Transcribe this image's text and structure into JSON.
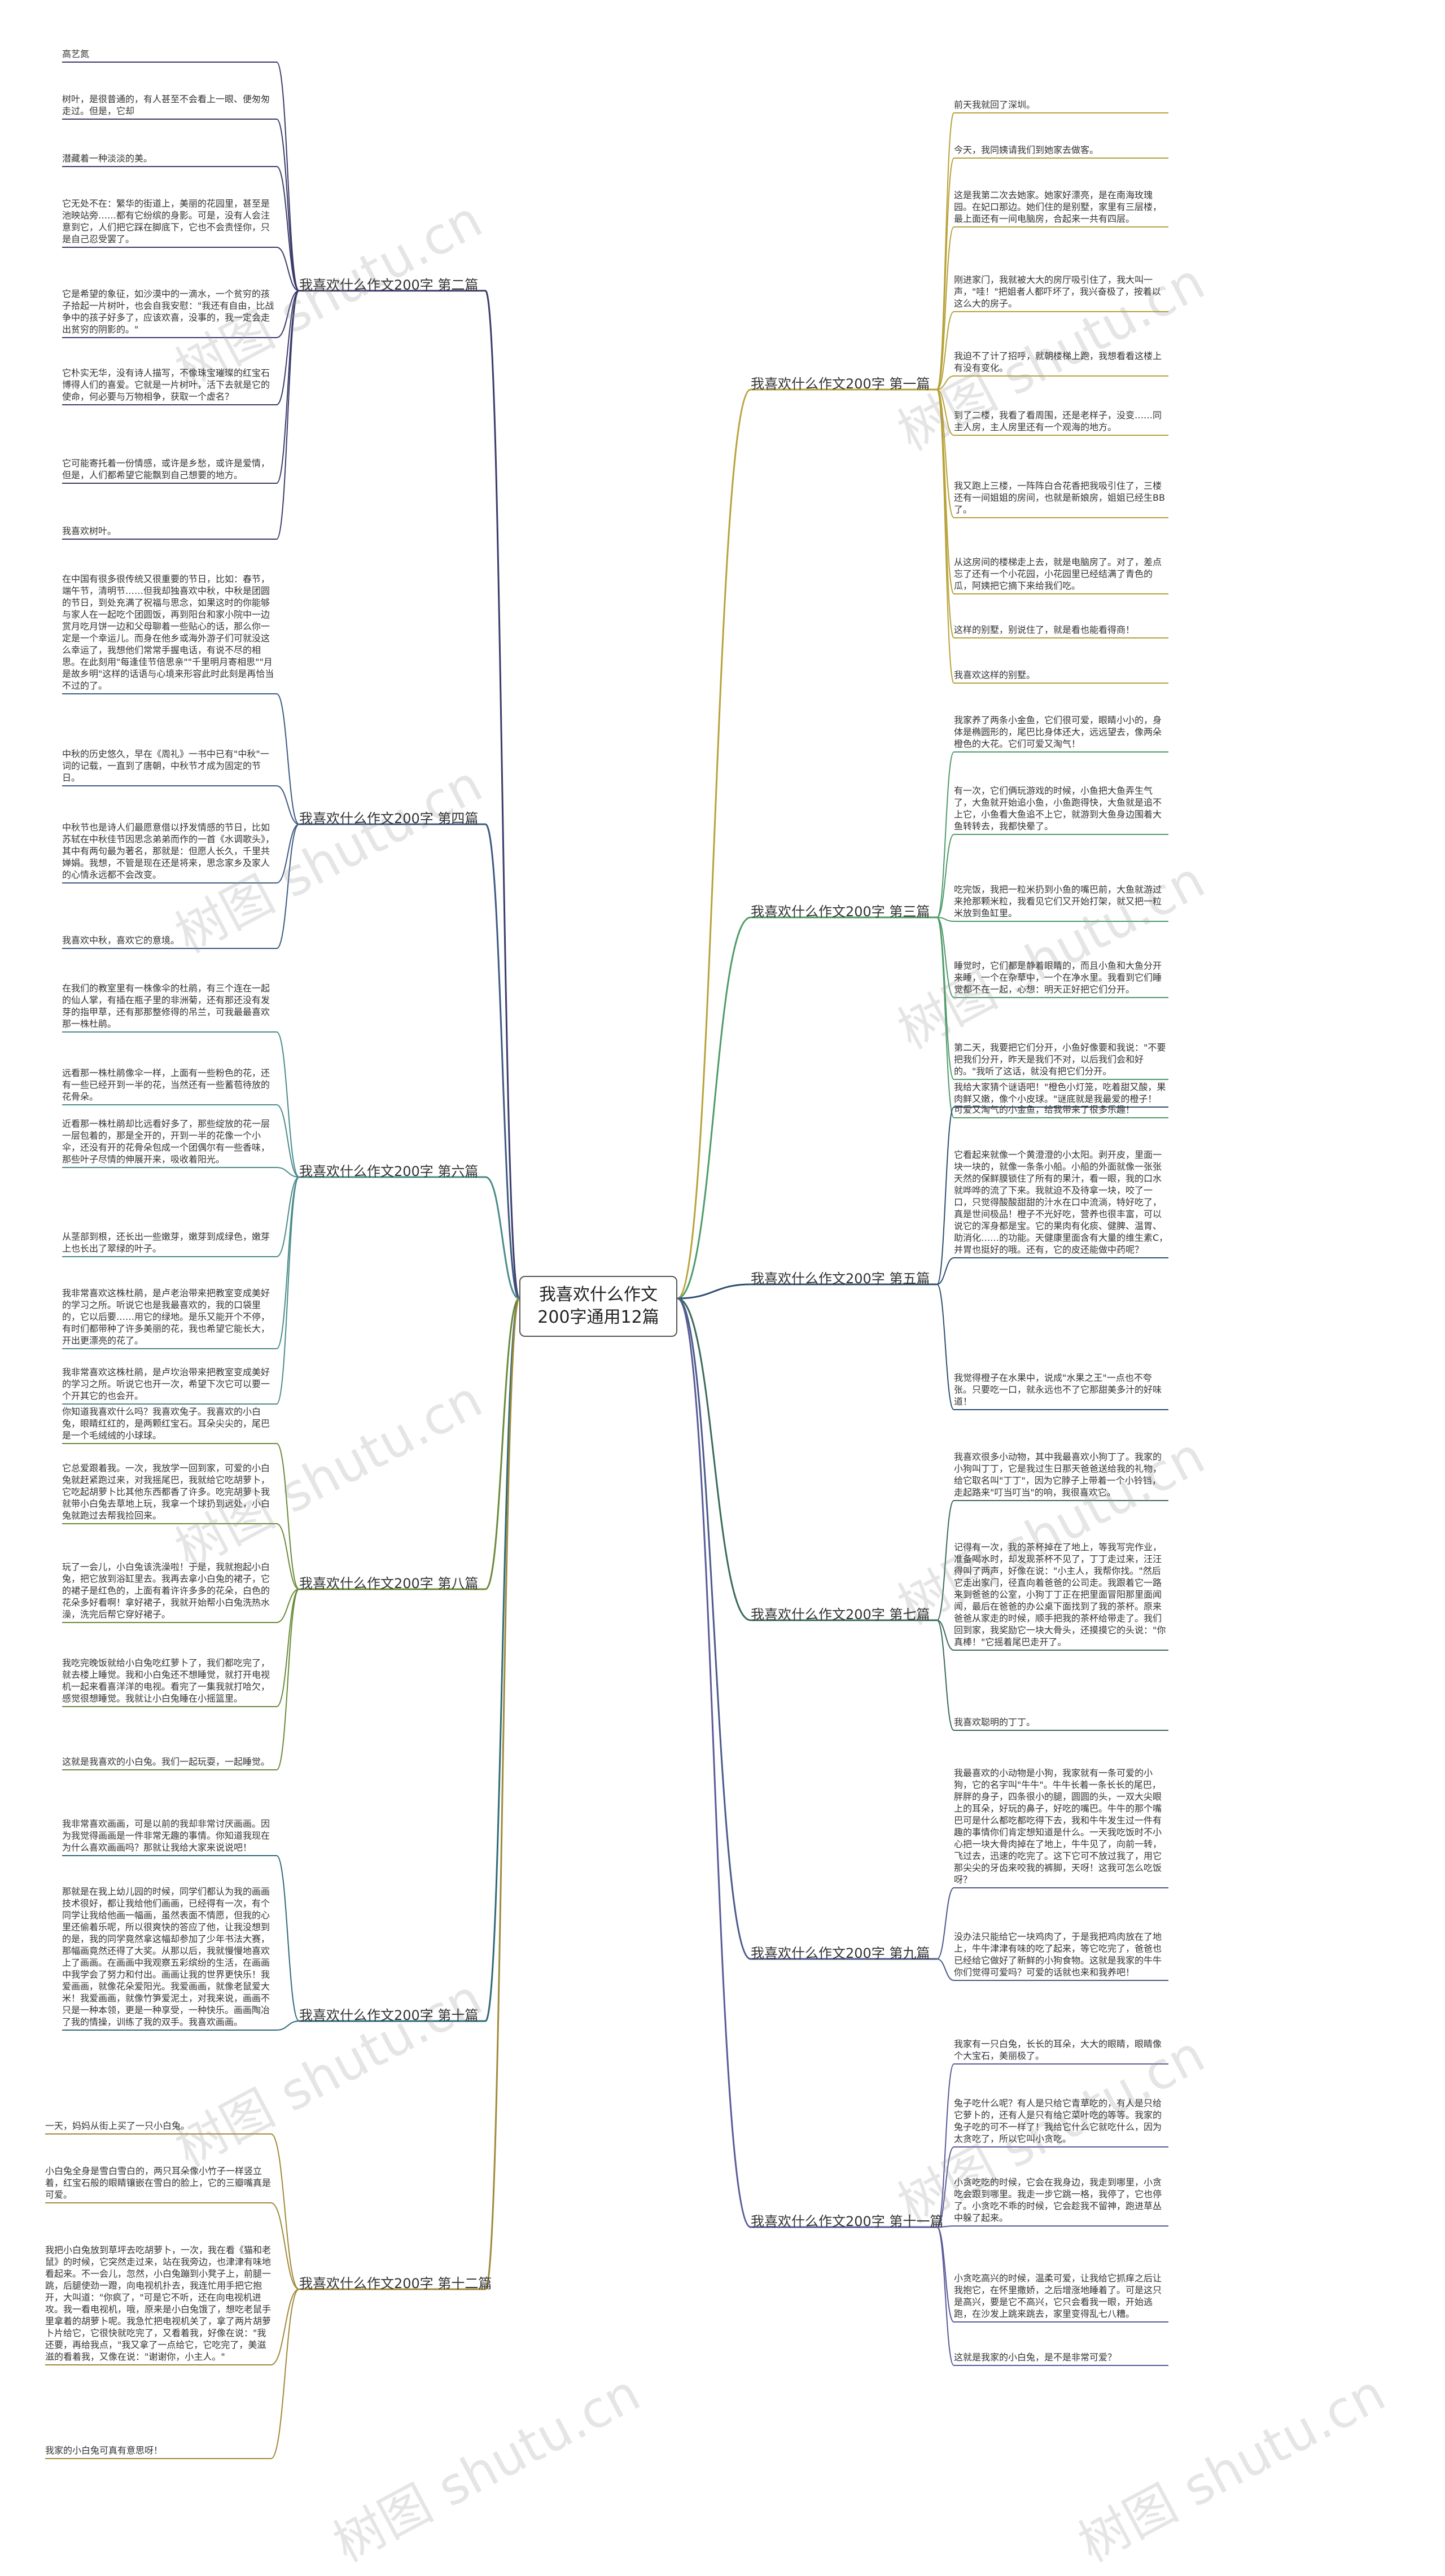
{
  "root": {
    "title": "我喜欢什么作文200字通用12篇"
  },
  "watermark": "树图 shutu.cn",
  "colors": {
    "b1": "#b8a23a",
    "b2": "#3b3b6b",
    "b3": "#4f9b6a",
    "b4": "#3d5a80",
    "b5": "#2f4f6f",
    "b6": "#4a8b8a",
    "b7": "#3a6b5a",
    "b8": "#6a8a3a",
    "b9": "#4a5a8a",
    "b10": "#2f6a7a",
    "b11": "#5a5a9a",
    "b12": "#a08a3a"
  },
  "branches": [
    {
      "id": "b1",
      "label": "我喜欢什么作文200字 第一篇",
      "leaves": [
        "前天我就回了深圳。",
        "今天，我同姨请我们到她家去做客。",
        "这是我第二次去她家。她家好漂亮，是在南海玫瑰园。在妃口那边。她们住的是别墅，家里有三层楼，最上面还有一间电脑房，合起来一共有四层。",
        "刚进家门，我就被大大的房厅吸引住了，我大叫一声，\"哇！\"把姐者人都吓坏了，我兴奋极了，按着以这么大的房子。",
        "我迫不了计了招呼，就朝楼梯上跑，我想看看这楼上有没有变化。",
        "到了二楼，我看了看周围，还是老样子，没变……同主人房，主人房里还有一个观海的地方。",
        "我又跑上三楼，一阵阵白合花香把我吸引住了，三楼还有一间姐姐的房间，也就是新娘房，姐姐已经生BB了。",
        "从这房间的楼梯走上去，就是电脑房了。对了，差点忘了还有一个小花园，小花园里已经结满了青色的瓜，阿姨把它摘下来给我们吃。",
        "这样的别墅，别说住了，就是看也能看得商！",
        "我喜欢这样的别墅。"
      ]
    },
    {
      "id": "b2",
      "label": "我喜欢什么作文200字 第二篇",
      "leaves": [
        "高艺氮",
        "树叶，是很普通的，有人甚至不会看上一眼、便匆匆走过。但是，它却",
        "潜藏着一种淡淡的美。",
        "它无处不在：繁华的街道上，美丽的花园里，甚至是池映站旁……都有它纷缤的身影。可是，没有人会注意到它，人们把它踩在脚底下，它也不会责怪你，只是自己忍受罢了。",
        "它是希望的象征，如沙漠中的一滴水，一个贫穷的孩子拾起一片树叶，也会自我安慰：\"我还有自由，比战争中的孩子好多了，应该欢喜，没事的，我一定会走出贫穷的阴影的。\"",
        "它朴实无华，没有诗人描写，不像珠宝璀璨的红宝石博得人们的喜爱。它就是一片树叶，活下去就是它的使命，何必要与万物相争，获取一个虚名？",
        "它可能寄托着一份情感，或许是乡愁，或许是爱情，但是，人们都希望它能飘到自己想要的地方。",
        "我喜欢树叶。"
      ]
    },
    {
      "id": "b3",
      "label": "我喜欢什么作文200字 第三篇",
      "leaves": [
        "我家养了两条小金鱼，它们很可爱，眼睛小小的，身体是椭圆形的，尾巴比身体还大，远远望去，像两朵橙色的大花。它们可爱又淘气！",
        "有一次，它们俩玩游戏的时候，小鱼把大鱼弄生气了，大鱼就开始追小鱼，小鱼跑得快，大鱼就是追不上它，小鱼看大鱼追不上它，就游到大鱼身边围着大鱼转转去，我都快晕了。",
        "吃完饭，我把一粒米扔到小鱼的嘴巴前，大鱼就游过来抢那颗米粒，我看见它们又开始打架，就又把一粒米放到鱼缸里。",
        "睡觉时，它们都是静着眼睛的，而且小鱼和大鱼分开来睡，一个在杂草中，一个在净水里。我看到它们睡觉都不在一起，心想：明天正好把它们分开。",
        "第二天，我要把它们分开，小鱼好像要和我说：\"不要把我们分开，昨天是我们不对，以后我们会和好的。\"我听了这话，就没有把它们分开。",
        "可爱又淘气的小金鱼，给我带来了很多乐趣！"
      ]
    },
    {
      "id": "b4",
      "label": "我喜欢什么作文200字 第四篇",
      "leaves": [
        "在中国有很多很传统又很重要的节日，比如：春节，端午节，清明节……但我却独喜欢中秋，中秋是团圆的节日，到处充满了祝福与思念，如果这时的你能够与家人在一起吃个团圆饭，再到阳台和家小院中一边赏月吃月饼一边和父母聊着一些贴心的话，那么你一定是一个幸运儿。而身在他乡或海外游子们可就没这么幸运了，我想他们常常手握电话，有说不尽的相思。在此刻用\"每逢佳节倍思亲\"\"千里明月寄相思\"\"月是故乡明\"这样的话语与心境来形容此时此刻是再恰当不过的了。",
        "中秋的历史悠久，早在《周礼》一书中已有\"中秋\"一词的记载，一直到了唐朝，中秋节才成为固定的节日。",
        "中秋节也是诗人们最愿意借以抒发情感的节日，比如苏轼在中秋佳节因思念弟弟而作的一首《水调歌头》，其中有两句最为著名，那就是：但愿人长久，千里共婵娟。我想，不管是现在还是将来，思念家乡及家人的心情永远都不会改变。",
        "我喜欢中秋，喜欢它的意境。"
      ]
    },
    {
      "id": "b5",
      "label": "我喜欢什么作文200字 第五篇",
      "leaves": [
        "我给大家猜个谜语吧！\"橙色小灯笼，吃着甜又酸，果肉鲜又嫩，像个小皮球。\"谜底就是我最爱的橙子！",
        "它看起来就像一个黄澄澄的小太阳。剥开皮，里面一块一块的，就像一条条小船。小船的外面就像一张张天然的保鲜膜锁住了所有的果汁，看一眼，我的口水就哗哗的流了下来。我就迫不及待拿一块，咬了一口，只觉得酸酸甜甜的汁水在口中流淌，特好吃了，真是世间极品！橙子不光好吃，营养也很丰富，可以说它的浑身都是宝。它的果肉有化痰、健脾、温胃、助消化……的功能。天健康里面含有大量的维生素C，并胃也挺好的哦。还有，它的皮还能做中药呢？",
        "我觉得橙子在水果中，说成\"水果之王\"一点也不夸张。只要吃一口，就永远也不了它那甜美多汁的好味道！"
      ]
    },
    {
      "id": "b6",
      "label": "我喜欢什么作文200字 第六篇",
      "leaves": [
        "在我们的教室里有一株像伞的杜鹃，有三个连在一起的仙人掌，有插在瓶子里的非洲菊，还有那还没有发芽的指甲草，还有那那整修得的吊兰，可我最最喜欢那一株杜鹃。",
        "远看那一株杜鹃像伞一样，上面有一些粉色的花，还有一些已经开到一半的花，当然还有一些蓄苞待放的花骨朵。",
        "近看那一株杜鹃却比远看好多了，那些绽放的花一层一层包着的，那是全开的，开到一半的花像一个小伞，还没有开的花骨朵包成一个团偶尔有一些香味，那些叶子尽情的伸展开来，吸收着阳光。",
        "从茎部到根，还长出一些嫩芽，嫩芽到成绿色，嫩芽上也长出了翠绿的叶子。",
        "我非常喜欢这株杜鹃，是卢老治带来把教室变成美好的学习之所。听说它也是我最喜欢的，我的口袋里的，它以后要……用它的绿地。是乐又能开个不停，有时们都带种了许多美丽的花，我也希望它能长大，开出更漂亮的花了。",
        "我非常喜欢这株杜鹃，是卢坎治带来把教室变成美好的学习之所。听说它也开一次，希望下次它可以要一个开其它的也会开。"
      ]
    },
    {
      "id": "b7",
      "label": "我喜欢什么作文200字 第七篇",
      "leaves": [
        "我喜欢很多小动物，其中我最喜欢小狗丁了。我家的小狗叫丁丁，它是我过生日那天爸爸送给我的礼物，给它取名叫\"丁丁\"，因为它脖子上带着一个小铃铛，走起路来\"叮当叮当\"的响，我很喜欢它。",
        "记得有一次，我的茶杯掉在了地上，等我写完作业，准备喝水时，却发现茶杯不见了，丁丁走过来，汪汪得叫了两声，好像在说：\"小主人，我帮你找。\"然后它走出家门，径直向着爸爸的公司走。我跟着它一路来到爸爸的公室，小狗丁丁正在把里面冒阳那里面闻闻，最后在爸爸的办公桌下面找到了我的茶杯。原来爸爸从家走的时候，顺手把我的茶杯给带走了。我们回到家，我奖励它一块大骨头，还摸摸它的头说：\"你真棒！\"它摇着尾巴走开了。",
        "我喜欢聪明的丁丁。"
      ]
    },
    {
      "id": "b8",
      "label": "我喜欢什么作文200字 第八篇",
      "leaves": [
        "你知道我喜欢什么吗？我喜欢兔子。我喜欢的小白兔，眼睛红红的，是两颗红宝石。耳朵尖尖的，尾巴是一个毛绒绒的小球球。",
        "它总爱跟着我。一次，我放学一回到家，可爱的小白兔就赶紧跑过来，对我摇尾巴，我就给它吃胡萝卜，它吃起胡萝卜比其他东西都香了许多。吃完胡萝卜我就带小白兔去草地上玩，我拿一个球扔到远处，小白兔就跑过去帮我捡回来。",
        "玩了一会儿，小白兔该洗澡啦！于是，我就抱起小白兔，把它放到浴缸里去。我再去拿小白兔的裙子，它的裙子是红色的，上面有着许许多多的花朵，白色的花朵多好看啊！拿好裙子，我就开始帮小白兔洗热水澡，洗完后帮它穿好裙子。",
        "我吃完晚饭就给小白兔吃红萝卜了，我们都吃完了，就去楼上睡觉。我和小白兔还不想睡觉，就打开电视机一起来看喜洋洋的电视。看完了一集我就打哈欠，感觉很想睡觉。我就让小白兔睡在小摇篮里。",
        "这就是我喜欢的小白兔。我们一起玩耍，一起睡觉。"
      ]
    },
    {
      "id": "b9",
      "label": "我喜欢什么作文200字 第九篇",
      "leaves": [
        "我最喜欢的小动物是小狗，我家就有一条可爱的小狗，它的名字叫\"牛牛\"。牛牛长着一条长长的尾巴，胖胖的身子，四条很小的腿，圆圆的头，一双大尖眼上的耳朵，好玩的鼻子，好吃的嘴巴。牛牛的那个嘴巴可是什么都吃都吃得下去，我和牛牛发生过一件有趣的事情你们肯定想知道是什么。一天我吃饭时不小心把一块大骨肉掉在了地上，牛牛见了，向前一转，飞过去，迅速的吃完了。这下它可不放过我了，用它那尖尖的牙齿来咬我的裤脚，天呀！这我可怎么吃饭呀？",
        "没办法只能给它一块鸡肉了，于是我把鸡肉放在了地上，牛牛津津有味的吃了起来，等它吃完了，爸爸也已经给它做好了新鲜的小狗食物。这就是我家的牛牛你们觉得可爱吗？可爱的话就也来和我养吧！"
      ]
    },
    {
      "id": "b10",
      "label": "我喜欢什么作文200字 第十篇",
      "leaves": [
        "我非常喜欢画画，可是以前的我却非常讨厌画画。因为我觉得画画是一件非常无趣的事情。你知道我现在为什么喜欢画画吗？那就让我给大家来说说吧！",
        "那就是在我上幼儿园的时候，同学们都认为我的画画技术很好，都让我给他们画画，已经得有一次，有个同学让我给他画一幅画，虽然表面不情愿，但我的心里还偷着乐呢，所以很爽快的答应了他，让我没想到的是，我的同学竟然拿这幅却参加了少年书法大赛，那幅画竟然还得了大奖。从那以后，我就慢慢地喜欢上了画画。在画画中我观察五彩缤纷的生活，在画画中我学会了努力和付出。画画让我的世界更快乐！我爱画画，就像花朵爱阳光。我爱画画，就像老鼠爱大米！我爱画画，就像竹笋爱泥土，对我来说，画画不只是一种本领，更是一种享受，一种快乐。画画陶冶了我的情操，训练了我的双手。我喜欢画画。"
      ]
    },
    {
      "id": "b11",
      "label": "我喜欢什么作文200字 第十一篇",
      "leaves": [
        "我家有一只白兔，长长的耳朵，大大的眼睛，眼睛像个大宝石，美丽极了。",
        "兔子吃什么呢？有人是只给它青草吃的，有人是只给它萝卜的，还有人是只有给它菜叶吃的等等。我家的兔子吃的可不一样了！我给它什么它就吃什么，因为太贪吃了，所以它叫小贪吃。",
        "小贪吃吃的时候，它会在我身边，我走到哪里，小贪吃会跟到哪里。我走一步它跳一格，我停了，它也停了。小贪吃不乖的时候，它会趁我不留神，跑进草丛中躲了起来。",
        "小贪吃高兴的时候，温柔可爱，让我给它抓痒之后让我抱它，在怀里撒娇，之后增涨地睡着了。可是这只是高兴，要是它不高兴，它只会看我一眼，开始逃跑，在沙发上跳来跳去，家里变得乱七八糟。",
        "这就是我家的小白兔，是不是非常可爱？"
      ]
    },
    {
      "id": "b12",
      "label": "我喜欢什么作文200字 第十二篇",
      "leaves": [
        "一天，妈妈从街上买了一只小白兔。",
        "小白兔全身是雪白雪白的，两只耳朵像小竹子一样竖立着，红宝石般的眼睛镶嵌在雪白的脸上，它的三瓣嘴真是可爱。",
        "我把小白兔放到草坪去吃胡萝卜，一次，我在看《猫和老鼠》的时候，它突然走过来，站在我旁边，也津津有味地看起来。不一会儿，忽然，小白兔蹦到小凳子上，前腿一跳，后腿使劲一蹬，向电视机扑去，我连忙用手把它抱开，大叫道：\"你疯了，\"可是它不听，还在向电视机进攻。我一看电视机，哦，原来是小白兔饿了，想吃老鼠手里拿着的胡萝卜呢。我急忙把电视机关了，拿了两片胡萝卜片给它，它很快就吃完了，又看着我，好像在说：\"我还要，再给我点，\"我又拿了一点给它，它吃完了，美滋滋的看着我，又像在说：\"谢谢你，小主人。\"",
        "我家的小白兔可真有意思呀！"
      ]
    }
  ]
}
